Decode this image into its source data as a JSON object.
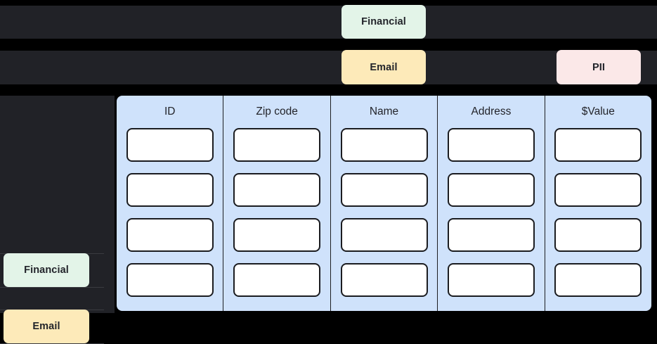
{
  "theme": {
    "page_background": "#000000",
    "row_background": "#212227",
    "table_background": "#cfe2fb",
    "cell_background": "#ffffff",
    "cell_border": "#1b1c20",
    "tag_financial_color": "#e3f4e8",
    "tag_email_color": "#fdeab9",
    "tag_pii_color": "#fbe8e8",
    "text_color": "#23242a"
  },
  "top_rows": [
    {
      "row_index": 1,
      "tags": [
        {
          "label": "Financial",
          "color": "#e3f4e8"
        }
      ]
    },
    {
      "row_index": 2,
      "tags": [
        {
          "label": "Email",
          "color": "#fdeab9"
        },
        {
          "label": "PII",
          "color": "#fbe8e8"
        }
      ]
    }
  ],
  "sidebar": {
    "items": [
      {
        "label": "Financial",
        "color": "#e3f4e8"
      },
      {
        "label": "Email",
        "color": "#fdeab9"
      }
    ]
  },
  "table": {
    "columns": [
      {
        "header": "ID"
      },
      {
        "header": "Zip code"
      },
      {
        "header": "Name"
      },
      {
        "header": "Address"
      },
      {
        "header": "$Value"
      }
    ],
    "row_count": 4,
    "cells": [
      [
        "",
        "",
        "",
        "",
        ""
      ],
      [
        "",
        "",
        "",
        "",
        ""
      ],
      [
        "",
        "",
        "",
        "",
        ""
      ],
      [
        "",
        "",
        "",
        "",
        ""
      ]
    ]
  }
}
